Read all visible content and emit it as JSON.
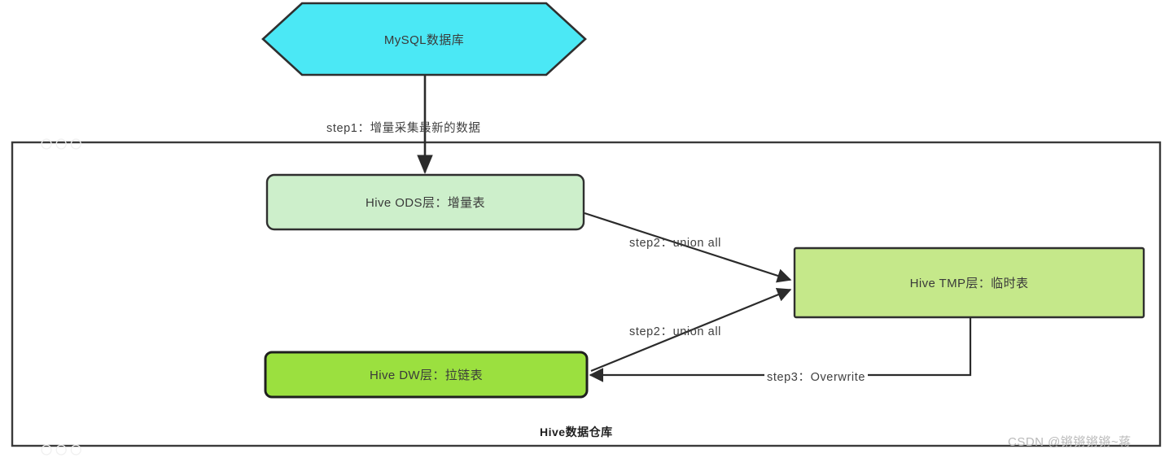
{
  "diagram": {
    "container": {
      "title": "Hive数据仓库",
      "border_color": "#3a3a3a"
    },
    "nodes": [
      {
        "id": "mysql",
        "label": "MySQL数据库",
        "shape": "hexagon",
        "fill": "#4BE8F5",
        "stroke": "#2f2f2f"
      },
      {
        "id": "ods",
        "label": "Hive ODS层：增量表",
        "shape": "rounded-rect",
        "fill": "#CDEFCB",
        "stroke": "#2f2f2f"
      },
      {
        "id": "tmp",
        "label": "Hive TMP层：临时表",
        "shape": "rect",
        "fill": "#C5E88A",
        "stroke": "#2f2f2f"
      },
      {
        "id": "dw",
        "label": "Hive DW层：拉链表",
        "shape": "rounded-rect",
        "fill": "#9BE03F",
        "stroke": "#1f1f1f"
      }
    ],
    "edges": [
      {
        "id": "mysql-to-ods",
        "from": "mysql",
        "to": "ods",
        "label": "step1：增量采集最新的数据"
      },
      {
        "id": "ods-to-tmp",
        "from": "ods",
        "to": "tmp",
        "label": "step2：union all"
      },
      {
        "id": "dw-to-tmp",
        "from": "dw",
        "to": "tmp",
        "label": "step2：union all"
      },
      {
        "id": "tmp-to-dw",
        "from": "tmp",
        "to": "dw",
        "label": "step3：Overwrite"
      }
    ]
  },
  "watermark": {
    "text": "CSDN @锵锵锵锵~蒋"
  }
}
